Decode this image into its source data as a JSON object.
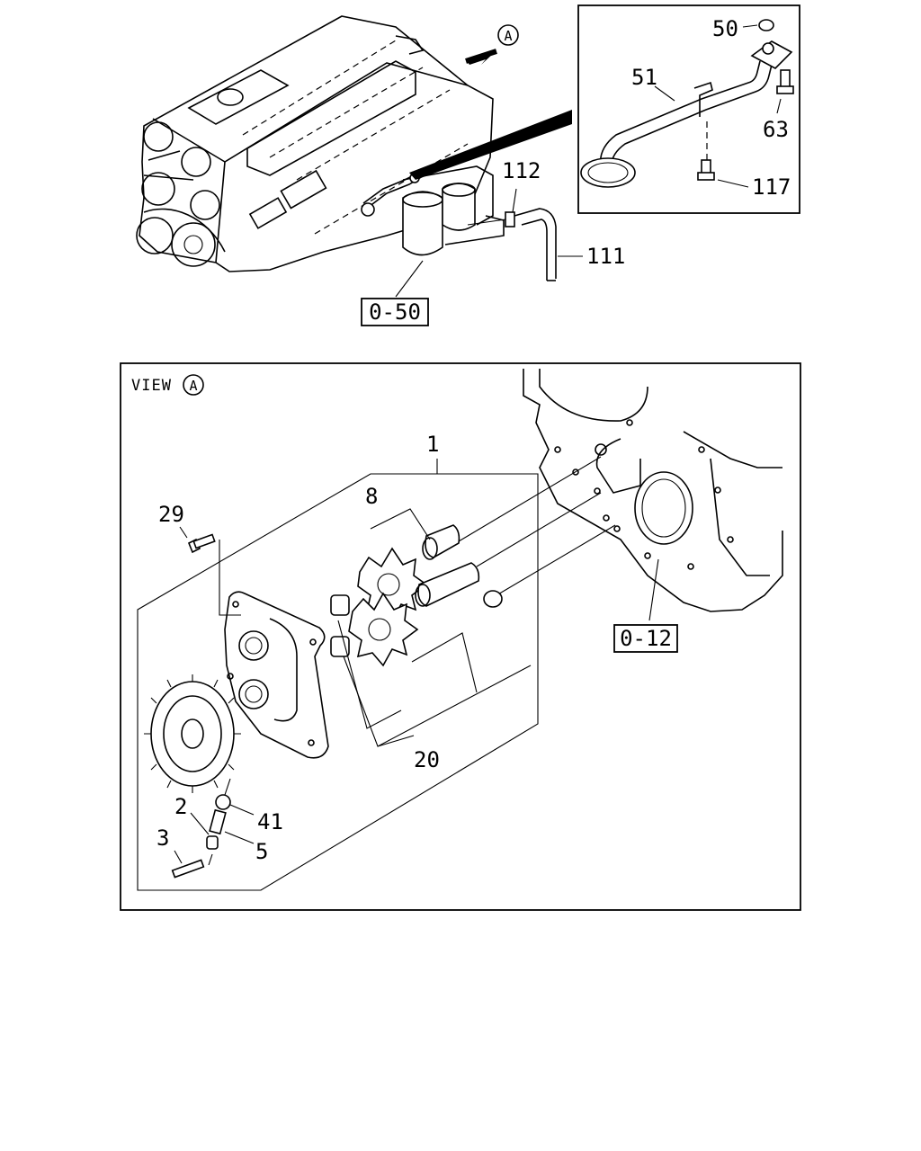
{
  "view_marker": "A",
  "view_title": "VIEW",
  "callouts": {
    "c50": "50",
    "c51": "51",
    "c63": "63",
    "c117": "117",
    "c112": "112",
    "c111": "111",
    "c1": "1",
    "c8": "8",
    "c29": "29",
    "c20": "20",
    "c2": "2",
    "c41": "41",
    "c3": "3",
    "c5": "5"
  },
  "references": {
    "r050": "0-50",
    "r012": "0-12"
  }
}
